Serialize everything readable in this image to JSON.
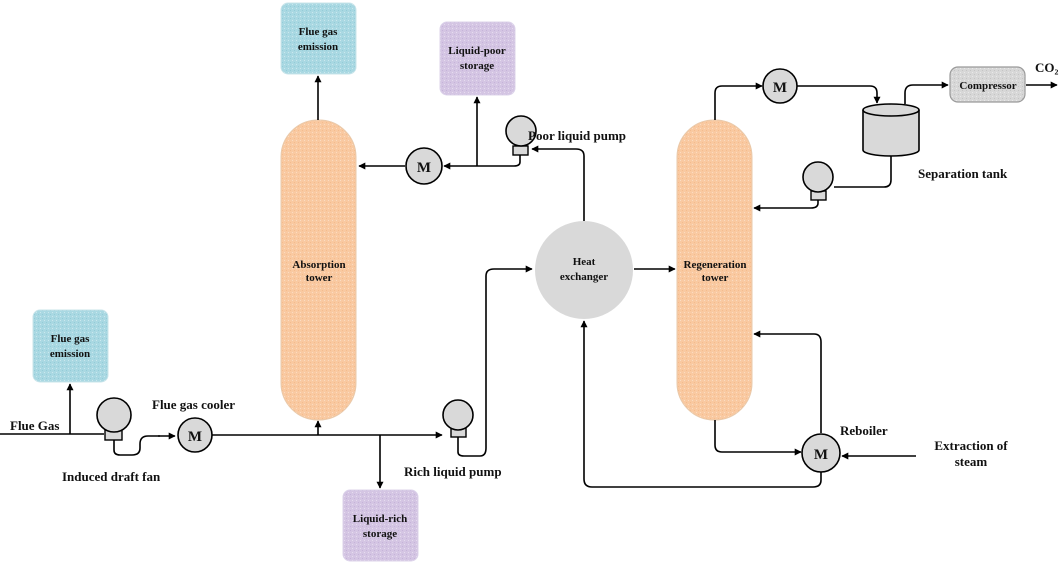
{
  "labels": {
    "flue_gas_emission_top": [
      "Flue gas",
      "emission"
    ],
    "flue_gas_emission_left": [
      "Flue gas",
      "emission"
    ],
    "liquid_poor_storage": [
      "Liquid-poor",
      "storage"
    ],
    "liquid_rich_storage": [
      "Liquid-rich",
      "storage"
    ],
    "absorption_tower": [
      "Absorption",
      "tower"
    ],
    "regeneration_tower": [
      "Regeneration",
      "tower"
    ],
    "heat_exchanger": [
      "Heat",
      "exchanger"
    ],
    "compressor": "Compressor",
    "poor_liquid_pump": "Poor liquid pump",
    "rich_liquid_pump": "Rich liquid pump",
    "separation_tank": "Separation tank",
    "flue_gas": "Flue Gas",
    "flue_gas_cooler": "Flue gas cooler",
    "induced_draft_fan": "Induced draft fan",
    "reboiler": "Reboiler",
    "extraction_of_steam": [
      "Extraction of",
      "steam"
    ],
    "co2": "CO₂",
    "motor": "M"
  },
  "colors": {
    "tower_fill": "#f9c9a1",
    "emission_fill": "#a9d8e2",
    "storage_fill": "#d4c5e3",
    "compressor_fill": "#d7d7d7",
    "equipment_fill": "#d9d9d9",
    "line": "#000000"
  }
}
